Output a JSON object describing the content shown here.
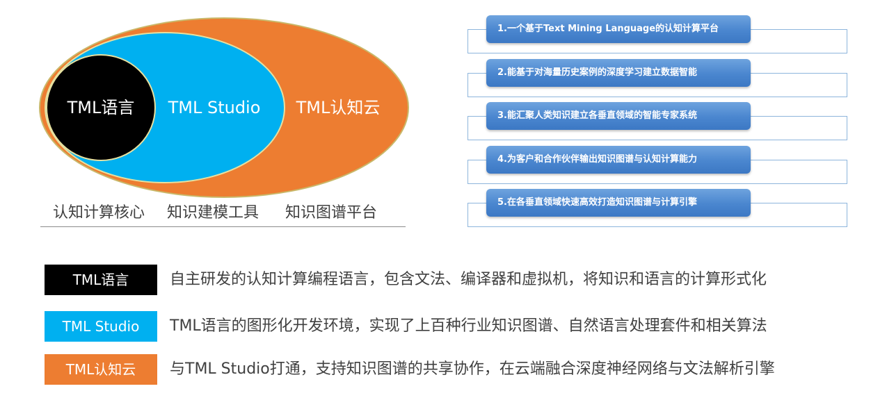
{
  "diagram": {
    "outer_label": "TML认知云",
    "middle_label": "TML Studio",
    "inner_label": "TML语言",
    "captions": [
      "认知计算核心",
      "知识建模工具",
      "知识图谱平台"
    ],
    "colors": {
      "outer": "#ED7D31",
      "middle": "#00B0F0",
      "inner": "#000000"
    }
  },
  "steps": [
    "1.一个基于Text Mining Language的认知计算平台",
    "2.能基于对海量历史案例的深度学习建立数据智能",
    "3.能汇聚人类知识建立各垂直领域的智能专家系统",
    "4.为客户和合作伙伴输出知识图谱与认知计算能力",
    "5.在各垂直领域快速高效打造知识图谱与计算引擎"
  ],
  "legend": [
    {
      "tag": "TML语言",
      "color": "#000000",
      "desc": "自主研发的认知计算编程语言，包含文法、编译器和虚拟机，将知识和语言的计算形式化"
    },
    {
      "tag": "TML Studio",
      "color": "#00B0F0",
      "desc": "TML语言的图形化开发环境，实现了上百种行业知识图谱、自然语言处理套件和相关算法"
    },
    {
      "tag": "TML认知云",
      "color": "#ED7D31",
      "desc": "与TML Studio打通，支持知识图谱的共享协作，在云端融合深度神经网络与文法解析引擎"
    }
  ]
}
